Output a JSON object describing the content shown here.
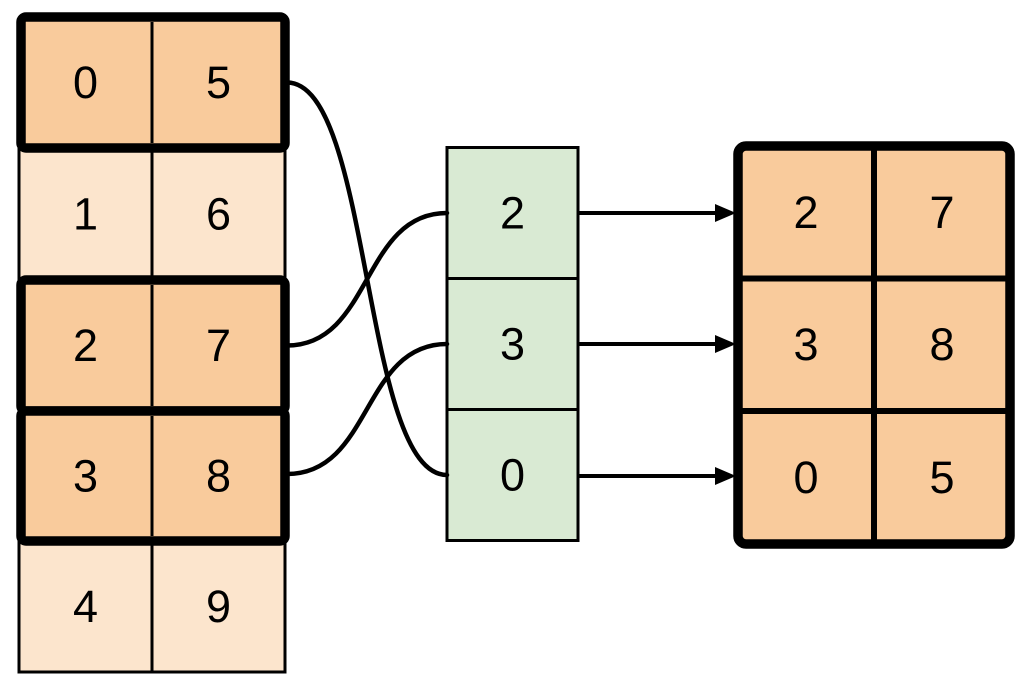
{
  "source_table": {
    "rows": [
      {
        "cells": [
          "0",
          "5"
        ],
        "highlighted": true
      },
      {
        "cells": [
          "1",
          "6"
        ],
        "highlighted": false
      },
      {
        "cells": [
          "2",
          "7"
        ],
        "highlighted": true
      },
      {
        "cells": [
          "3",
          "8"
        ],
        "highlighted": true
      },
      {
        "cells": [
          "4",
          "9"
        ],
        "highlighted": false
      }
    ]
  },
  "index_column": {
    "values": [
      "2",
      "3",
      "0"
    ]
  },
  "result_table": {
    "rows": [
      {
        "cells": [
          "2",
          "7"
        ]
      },
      {
        "cells": [
          "3",
          "8"
        ]
      },
      {
        "cells": [
          "0",
          "5"
        ]
      }
    ]
  },
  "connections": {
    "curves": [
      {
        "from_source_row": 0,
        "to_index_slot": 2
      },
      {
        "from_source_row": 2,
        "to_index_slot": 0
      },
      {
        "from_source_row": 3,
        "to_index_slot": 1
      }
    ],
    "arrows": [
      {
        "from_index_slot": 0,
        "to_result_row": 0
      },
      {
        "from_index_slot": 1,
        "to_result_row": 1
      },
      {
        "from_index_slot": 2,
        "to_result_row": 2
      }
    ]
  },
  "colors": {
    "highlight_fill": "#F9CB9C",
    "plain_fill": "#FCE5CD",
    "index_fill": "#D9EAD3",
    "stroke": "#000000",
    "background": "#FFFFFF"
  }
}
